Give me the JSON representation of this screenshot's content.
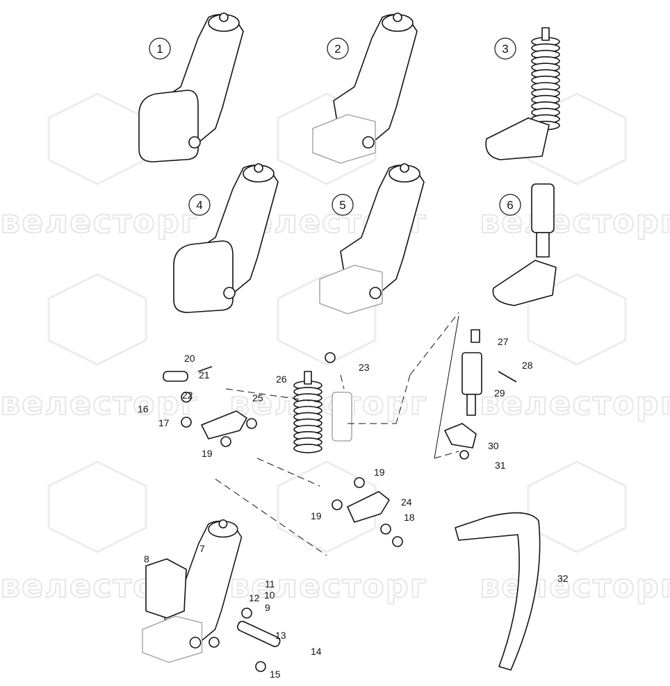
{
  "watermark": "велесторг",
  "assembly_labels": [
    "1",
    "2",
    "3",
    "4",
    "5",
    "6"
  ],
  "part_labels": [
    "7",
    "8",
    "9",
    "10",
    "11",
    "12",
    "13",
    "14",
    "15",
    "16",
    "17",
    "18",
    "19",
    "19",
    "19",
    "20",
    "21",
    "22",
    "23",
    "24",
    "25",
    "26",
    "27",
    "28",
    "29",
    "30",
    "31",
    "32"
  ]
}
